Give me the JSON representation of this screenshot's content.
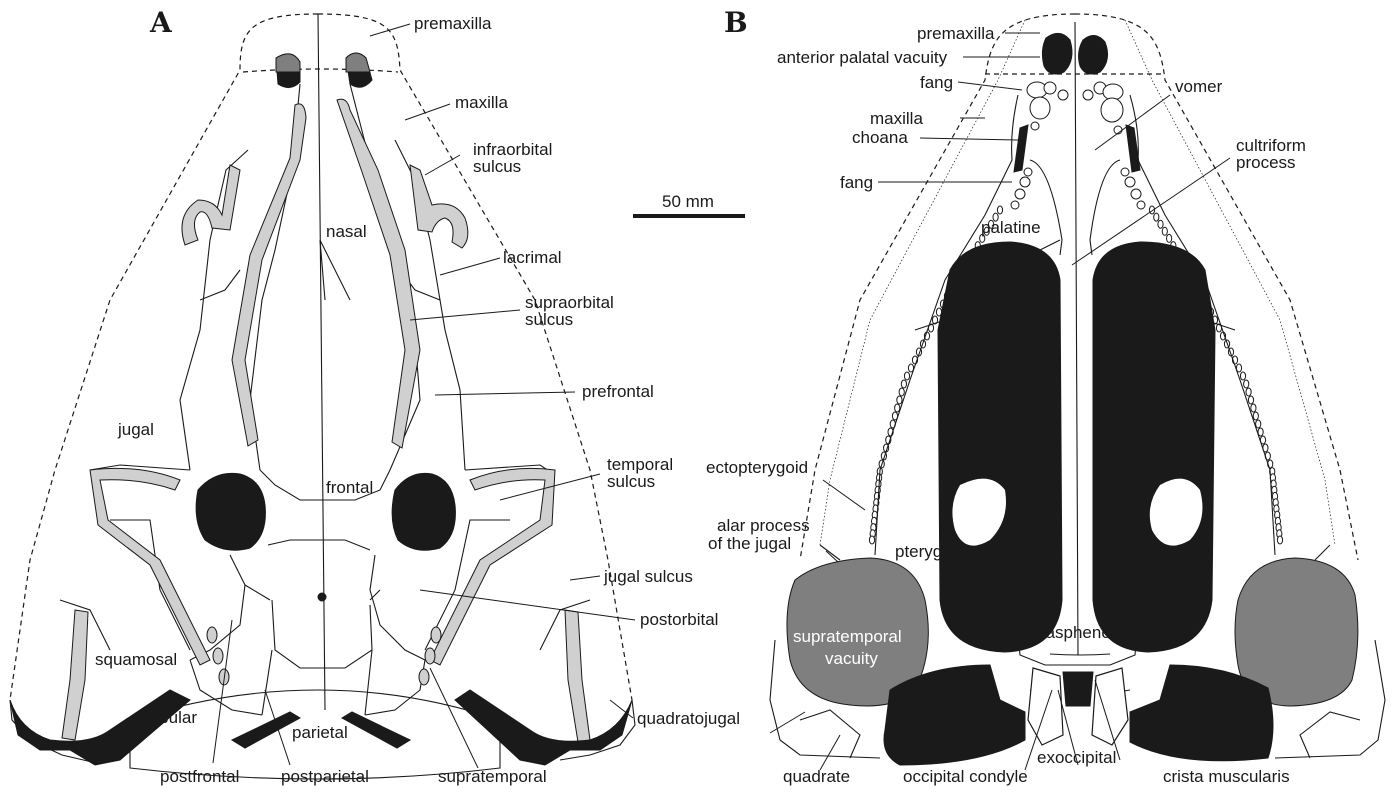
{
  "panels": {
    "a": "A",
    "b": "B"
  },
  "scale_bar": {
    "label": "50 mm"
  },
  "dorsal_labels": {
    "premaxilla": "premaxilla",
    "maxilla": "maxilla",
    "infraorbital_sulcus_1": "infraorbital",
    "infraorbital_sulcus_2": "sulcus",
    "nasal": "nasal",
    "lacrimal": "lacrimal",
    "supraorbital_sulcus_1": "supraorbital",
    "supraorbital_sulcus_2": "sulcus",
    "prefrontal": "prefrontal",
    "jugal": "jugal",
    "frontal": "frontal",
    "temporal_sulcus_1": "temporal",
    "temporal_sulcus_2": "sulcus",
    "jugal_sulcus": "jugal sulcus",
    "postorbital": "postorbital",
    "squamosal": "squamosal",
    "tabular": "tabular",
    "parietal": "parietal",
    "quadratojugal": "quadratojugal",
    "postfrontal": "postfrontal",
    "postparietal": "postparietal",
    "supratemporal": "supratemporal"
  },
  "ventral_labels": {
    "premaxilla": "premaxilla",
    "anterior_palatal_vacuity": "anterior palatal vacuity",
    "fang_1": "fang",
    "maxilla": "maxilla",
    "choana": "choana",
    "fang_2": "fang",
    "vomer": "vomer",
    "cultriform_process_1": "cultriform",
    "cultriform_process_2": "process",
    "palatine": "palatine",
    "ectopterygoid": "ectopterygoid",
    "alar_process_1": "alar process",
    "alar_process_2": "of the jugal",
    "pterygoid": "pterygoid",
    "supratemporal_vacuity_1": "supratemporal",
    "supratemporal_vacuity_2": "vacuity",
    "parasphenoid": "parasphenoid",
    "quadrate": "quadrate",
    "occipital_condyle": "occipital condyle",
    "exoccipital": "exoccipital",
    "crista_muscularis": "crista muscularis"
  },
  "colors": {
    "outline": "#1a1a1a",
    "opening_black": "#1a1a1a",
    "vacuity_grey": "#7f7f7f",
    "sulcus_light_grey": "#d0d0d0",
    "background": "#ffffff"
  }
}
